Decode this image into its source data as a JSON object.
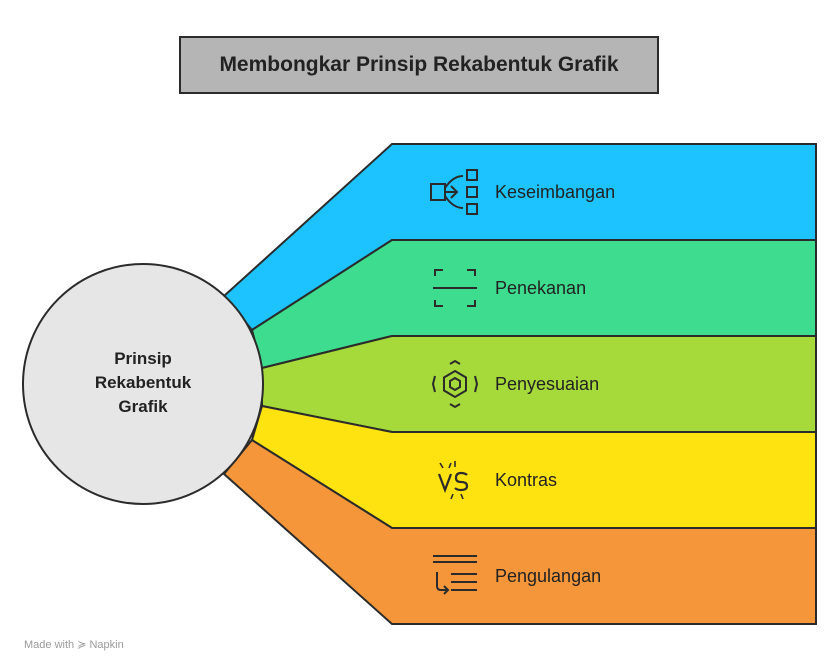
{
  "title": "Membongkar Prinsip Rekabentuk Grafik",
  "center": {
    "lines": [
      "Prinsip",
      "Rekabentuk",
      "Grafik"
    ],
    "fill": "#e6e6e6",
    "stroke": "#2b2b2b"
  },
  "branches": [
    {
      "label": "Keseimbangan",
      "color": "#1cc3ff",
      "icon": "balance-hierarchy-icon"
    },
    {
      "label": "Penekanan",
      "color": "#3ddc8e",
      "icon": "emphasis-frame-icon"
    },
    {
      "label": "Penyesuaian",
      "color": "#a6d93a",
      "icon": "alignment-hexagon-icon"
    },
    {
      "label": "Kontras",
      "color": "#ffe311",
      "icon": "versus-icon"
    },
    {
      "label": "Pengulangan",
      "color": "#f5963a",
      "icon": "repeat-list-icon"
    }
  ],
  "watermark": "Made with ≽ Napkin"
}
